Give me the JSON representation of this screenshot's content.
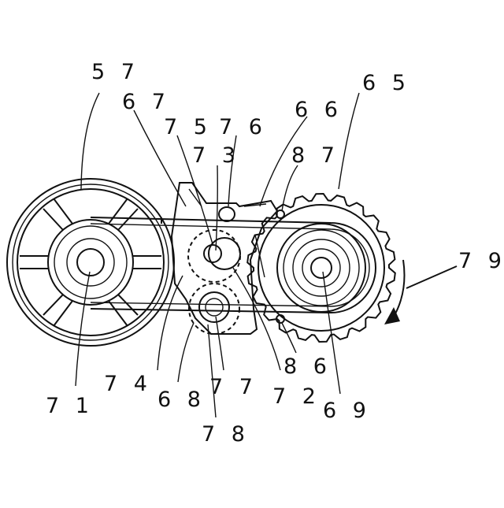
{
  "figure": {
    "labels": {
      "l57": "5 7",
      "l65": "6 5",
      "l67": "6 7",
      "l66": "6 6",
      "l75": "7 5",
      "l76": "7 6",
      "l73": "7 3",
      "l87": "8 7",
      "l79": "7 9",
      "l86": "8 6",
      "l72": "7 2",
      "l74": "7 4",
      "l68": "6 8",
      "l77": "7 7",
      "l71": "7 1",
      "l69": "6 9",
      "l78": "7 8"
    }
  }
}
